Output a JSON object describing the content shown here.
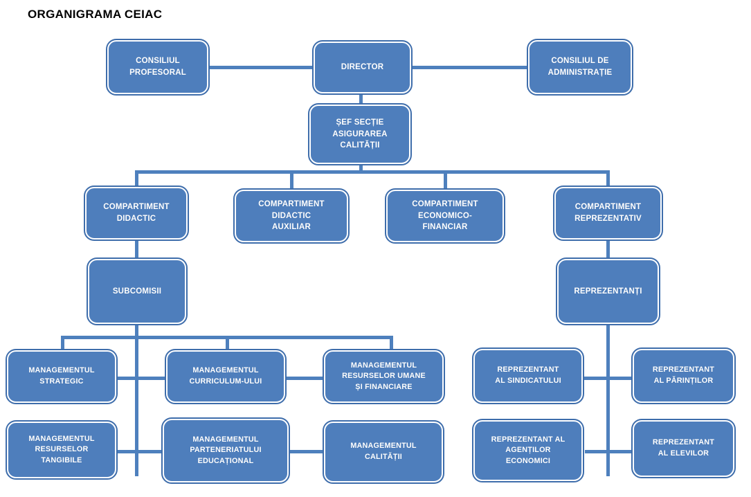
{
  "title": "ORGANIGRAMA CEIAC",
  "colors": {
    "node_fill": "#4E7EBC",
    "node_border_outer": "#3E6DAB",
    "node_border_inner": "#FFFFFF",
    "connector": "#4E80BD",
    "title_text": "#000000",
    "node_text": "#FFFFFF",
    "background": "#FFFFFF"
  },
  "chart_data": {
    "type": "diagram",
    "diagram_type": "organizational-chart",
    "title": "ORGANIGRAMA CEIAC",
    "levels": [
      {
        "level": 1,
        "nodes": [
          "CONSILIUL PROFESORAL",
          "DIRECTOR",
          "CONSILIUL DE ADMINISTRAȚIE"
        ]
      },
      {
        "level": 2,
        "nodes": [
          "ȘEF SECȚIE ASIGURAREA CALITĂȚII"
        ]
      },
      {
        "level": 3,
        "nodes": [
          "COMPARTIMENT DIDACTIC",
          "COMPARTIMENT DIDACTIC AUXILIAR",
          "COMPARTIMENT ECONOMICO-FINANCIAR",
          "COMPARTIMENT REPREZENTATIV"
        ]
      },
      {
        "level": 4,
        "nodes": [
          "SUBCOMISII",
          "REPREZENTANȚI"
        ]
      },
      {
        "level": 5,
        "nodes": [
          "MANAGEMENTUL STRATEGIC",
          "MANAGEMENTUL CURRICULUM-ULUI",
          "MANAGEMENTUL RESURSELOR UMANE ȘI FINANCIARE",
          "MANAGEMENTUL RESURSELOR TANGIBILE",
          "MANAGEMENTUL PARTENERIATULUI EDUCAȚIONAL",
          "MANAGEMENTUL CALITĂȚII",
          "REPREZENTANT AL SINDICATULUI",
          "REPREZENTANT AL PĂRINȚILOR",
          "REPREZENTANT AL AGENȚILOR ECONOMICI",
          "REPREZENTANT AL ELEVILOR"
        ]
      }
    ],
    "edges": [
      {
        "from": "DIRECTOR",
        "to": "CONSILIUL PROFESORAL"
      },
      {
        "from": "DIRECTOR",
        "to": "CONSILIUL DE ADMINISTRAȚIE"
      },
      {
        "from": "DIRECTOR",
        "to": "ȘEF SECȚIE ASIGURAREA CALITĂȚII"
      },
      {
        "from": "ȘEF SECȚIE ASIGURAREA CALITĂȚII",
        "to": "COMPARTIMENT DIDACTIC"
      },
      {
        "from": "ȘEF SECȚIE ASIGURAREA CALITĂȚII",
        "to": "COMPARTIMENT DIDACTIC AUXILIAR"
      },
      {
        "from": "ȘEF SECȚIE ASIGURAREA CALITĂȚII",
        "to": "COMPARTIMENT ECONOMICO-FINANCIAR"
      },
      {
        "from": "ȘEF SECȚIE ASIGURAREA CALITĂȚII",
        "to": "COMPARTIMENT REPREZENTATIV"
      },
      {
        "from": "COMPARTIMENT DIDACTIC",
        "to": "SUBCOMISII"
      },
      {
        "from": "COMPARTIMENT REPREZENTATIV",
        "to": "REPREZENTANȚI"
      },
      {
        "from": "SUBCOMISII",
        "to": "MANAGEMENTUL STRATEGIC"
      },
      {
        "from": "SUBCOMISII",
        "to": "MANAGEMENTUL CURRICULUM-ULUI"
      },
      {
        "from": "SUBCOMISII",
        "to": "MANAGEMENTUL RESURSELOR UMANE ȘI FINANCIARE"
      },
      {
        "from": "SUBCOMISII",
        "to": "MANAGEMENTUL RESURSELOR TANGIBILE"
      },
      {
        "from": "SUBCOMISII",
        "to": "MANAGEMENTUL PARTENERIATULUI EDUCAȚIONAL"
      },
      {
        "from": "SUBCOMISII",
        "to": "MANAGEMENTUL CALITĂȚII"
      },
      {
        "from": "REPREZENTANȚI",
        "to": "REPREZENTANT AL SINDICATULUI"
      },
      {
        "from": "REPREZENTANȚI",
        "to": "REPREZENTANT AL PĂRINȚILOR"
      },
      {
        "from": "REPREZENTANȚI",
        "to": "REPREZENTANT AL AGENȚILOR ECONOMICI"
      },
      {
        "from": "REPREZENTANȚI",
        "to": "REPREZENTANT AL ELEVILOR"
      }
    ]
  },
  "nodes": {
    "consiliul_profesoral": {
      "line1": "CONSILIUL",
      "line2": "PROFESORAL"
    },
    "director": {
      "line1": "DIRECTOR"
    },
    "consiliul_administratie": {
      "line1": "CONSILIUL DE",
      "line2": "ADMINISTRAȚIE"
    },
    "sef_sectie": {
      "line1": "ȘEF SECȚIE",
      "line2": "ASIGURAREA",
      "line3": "CALITĂȚII"
    },
    "comp_didactic": {
      "line1": "COMPARTIMENT",
      "line2": "DIDACTIC"
    },
    "comp_didactic_aux": {
      "line1": "COMPARTIMENT",
      "line2": "DIDACTIC",
      "line3": "AUXILIAR"
    },
    "comp_economico": {
      "line1": "COMPARTIMENT",
      "line2": "ECONOMICO-",
      "line3": "FINANCIAR"
    },
    "comp_reprezentativ": {
      "line1": "COMPARTIMENT",
      "line2": "REPREZENTATIV"
    },
    "subcomisii": {
      "line1": "SUBCOMISII"
    },
    "reprezentanti": {
      "line1": "REPREZENTANȚI"
    },
    "mng_strategic": {
      "line1": "MANAGEMENTUL",
      "line2": "STRATEGIC"
    },
    "mng_curriculum": {
      "line1": "MANAGEMENTUL",
      "line2": "CURRICULUM-ULUI"
    },
    "mng_resurse_umane": {
      "line1": "MANAGEMENTUL",
      "line2": "RESURSELOR UMANE",
      "line3": "ȘI FINANCIARE"
    },
    "mng_resurse_tangibile": {
      "line1": "MANAGEMENTUL",
      "line2": "RESURSELOR",
      "line3": "TANGIBILE"
    },
    "mng_parteneriat": {
      "line1": "MANAGEMENTUL",
      "line2": "PARTENERIATULUI",
      "line3": "EDUCAȚIONAL"
    },
    "mng_calitate": {
      "line1": "MANAGEMENTUL",
      "line2": "CALITĂȚII"
    },
    "rep_sindicat": {
      "line1": "REPREZENTANT",
      "line2": "AL SINDICATULUI"
    },
    "rep_parinti": {
      "line1": "REPREZENTANT",
      "line2": "AL PĂRINȚILOR"
    },
    "rep_agenti": {
      "line1": "REPREZENTANT AL",
      "line2": "AGENȚILOR",
      "line3": "ECONOMICI"
    },
    "rep_elevi": {
      "line1": "REPREZENTANT",
      "line2": "AL ELEVILOR"
    }
  }
}
